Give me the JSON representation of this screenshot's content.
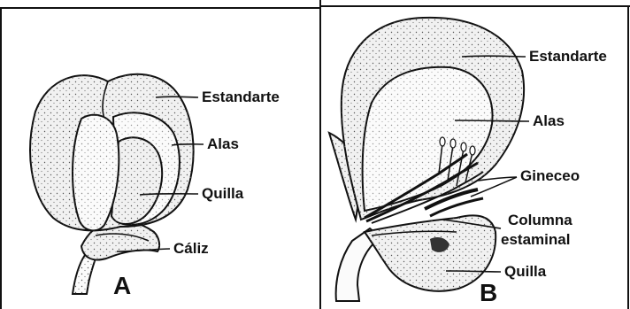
{
  "panels": [
    {
      "letter": "A",
      "labels": {
        "estandarte": "Estandarte",
        "alas": "Alas",
        "quilla": "Quilla",
        "caliz": "Cáliz"
      }
    },
    {
      "letter": "B",
      "labels": {
        "estandarte": "Estandarte",
        "alas": "Alas",
        "gineceo": "Gineceo",
        "columna_1": "Columna",
        "columna_2": "estaminal",
        "quilla": "Quilla"
      }
    }
  ]
}
